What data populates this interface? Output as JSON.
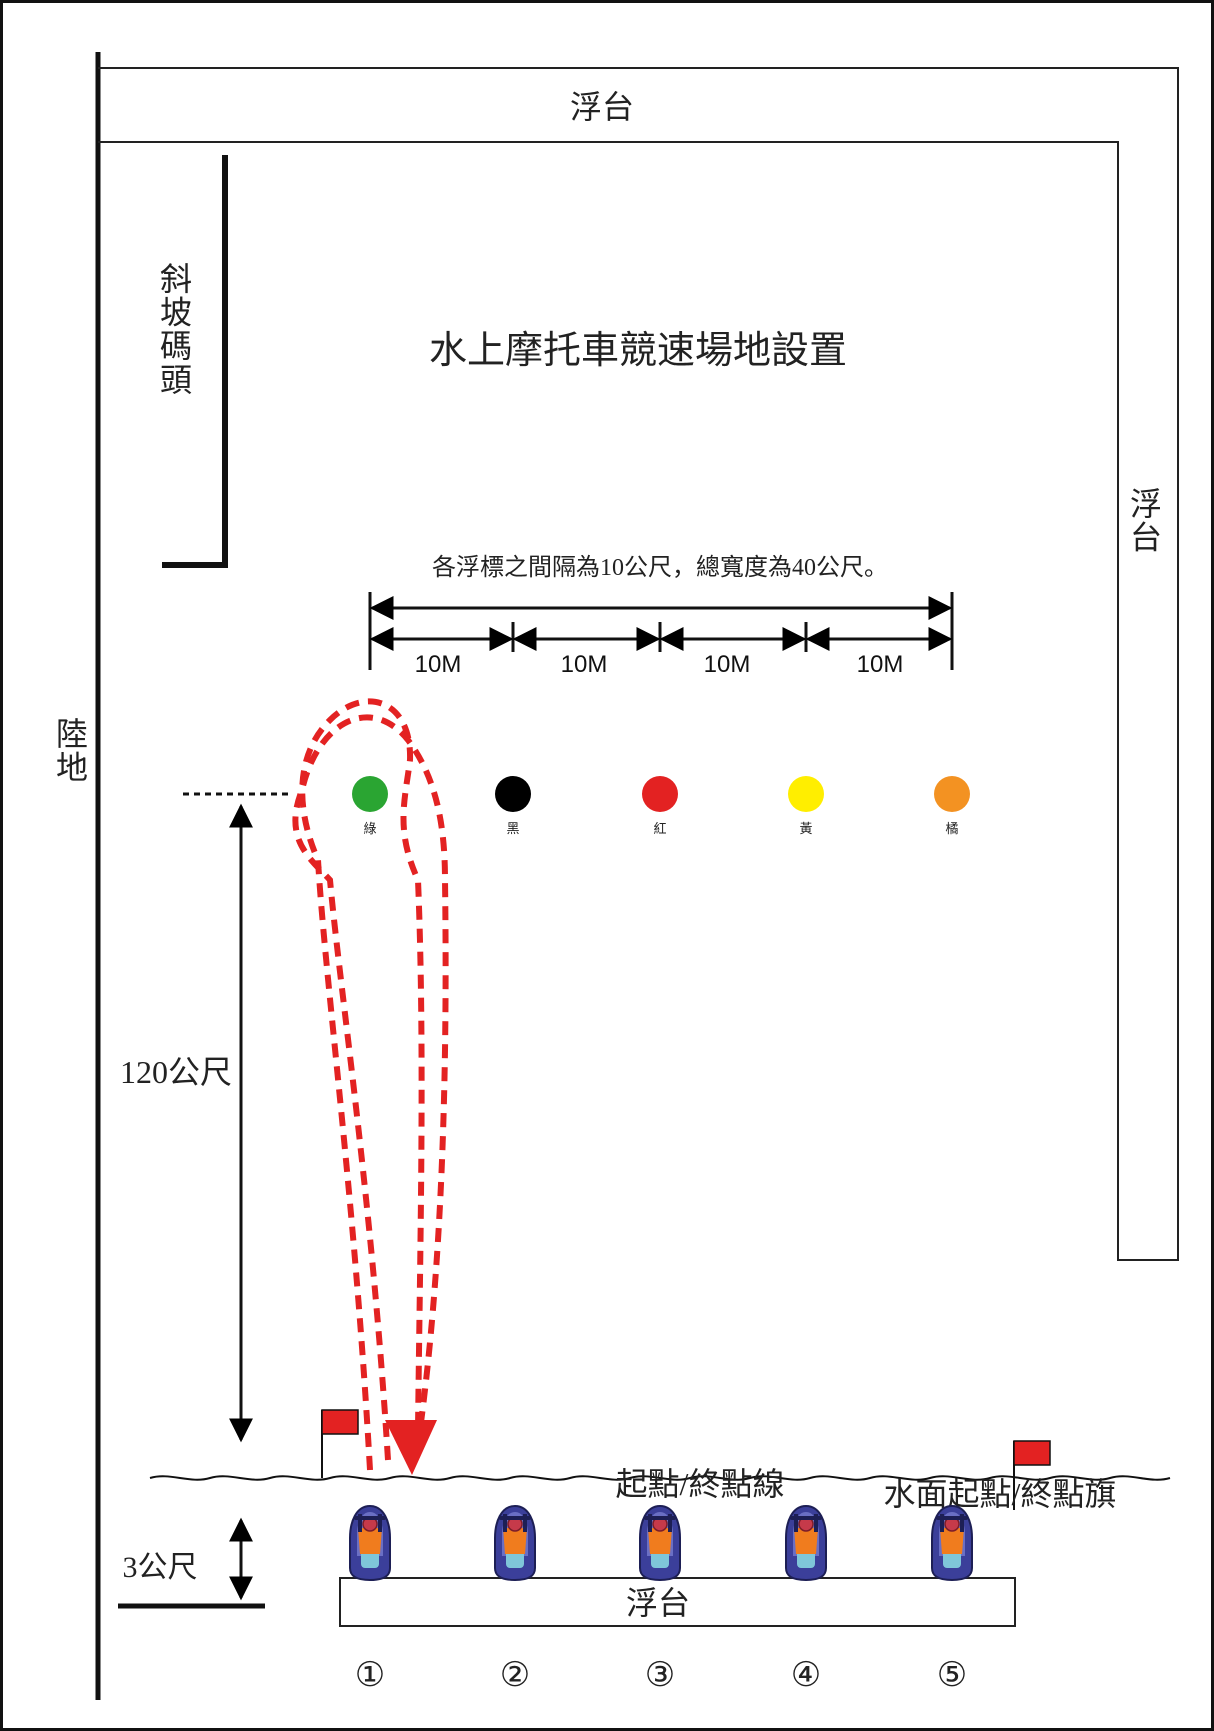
{
  "title": "水上摩托車競速場地設置",
  "labels": {
    "platform_top": "浮台",
    "platform_right": "浮台",
    "platform_bottom": "浮台",
    "ramp_dock": "斜坡碼頭",
    "land": "陸地",
    "spacing_note": "各浮標之間隔為10公尺，總寬度為40公尺。",
    "distance_long": "120公尺",
    "distance_short": "3公尺",
    "start_finish_line": "起點/終點線",
    "water_start_flag": "水面起點/終點旗"
  },
  "segments": [
    "10M",
    "10M",
    "10M",
    "10M"
  ],
  "buoys": [
    {
      "label": "綠",
      "color": "#2aa532"
    },
    {
      "label": "黑",
      "color": "#000000"
    },
    {
      "label": "紅",
      "color": "#e32222"
    },
    {
      "label": "黃",
      "color": "#ffee00"
    },
    {
      "label": "橘",
      "color": "#f39222"
    }
  ],
  "lanes": [
    "①",
    "②",
    "③",
    "④",
    "⑤"
  ],
  "colors": {
    "route": "#e32222",
    "flag": "#e32222",
    "jetski_body": "#3b3f9a",
    "rider_vest": "#f07c1e",
    "seat": "#7fc6d9"
  }
}
